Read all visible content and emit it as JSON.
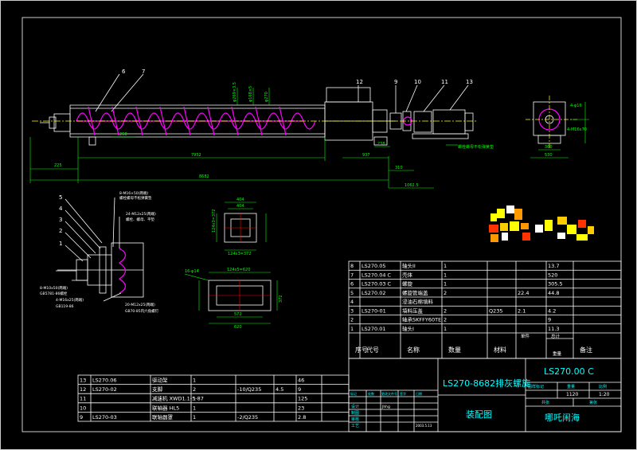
{
  "colors": {
    "background": "#000000",
    "frame": "#ffffff",
    "dimension": "#00ff00",
    "screw": "#ff00ff",
    "hidden_line": "#ffff00",
    "title_text": "#00ffff",
    "pixel_blocks": [
      "#ff9900",
      "#ffff00",
      "#ffffff",
      "#ff3300",
      "#ffcc00"
    ]
  },
  "balloons": {
    "main": [
      "6",
      "7",
      "12",
      "9",
      "10",
      "11",
      "13"
    ],
    "detail": [
      "5",
      "4",
      "3",
      "2",
      "1"
    ]
  },
  "main_view_dims": {
    "d_260": "260",
    "d_225": "225",
    "d_7952": "7952",
    "d_8682": "8682",
    "d_937": "937",
    "d_310": "310",
    "d_238": "238",
    "d_1062": "1062.5",
    "d_pitch": "φ270",
    "d_shaft": "φ168×5",
    "d_inner": "φ269×3.5",
    "note": "螺栓螺母不松弹簧垫"
  },
  "end_view_dims": {
    "d_410": "4-φ16",
    "d_360": "360",
    "d_530": "530",
    "note": "4-M16x70"
  },
  "detail_view_notes": {
    "n1": "8-M16×50(两端)",
    "n2": "螺栓螺母不松弹簧垫",
    "n3": "24-M12x25(两端)",
    "n4": "螺栓、螺母、平垫",
    "n5": "8-M10x50(两端)",
    "n6": "GB5781-86螺栓",
    "n7": "4-M16x25(两端)",
    "n8": "GB119-86",
    "n9": "20-M12x25(两端)",
    "n10": "GB70-85内六角螺钉"
  },
  "flange_top_dims": {
    "a": "404",
    "b": "404",
    "c": "124x3=372",
    "d": "124x3=372"
  },
  "flange_bottom_dims": {
    "a": "16-φ14",
    "b": "124x5=620",
    "c": "572",
    "d": "620",
    "e": "372"
  },
  "parts_upper": {
    "headers": [
      "序号",
      "代号",
      "名称",
      "数量",
      "材料",
      "单件",
      "总计",
      "备注"
    ],
    "weight_header": "重量",
    "rows": [
      [
        "8",
        "LS270.05",
        "轴头II",
        "1",
        "",
        "",
        "13.7",
        ""
      ],
      [
        "7",
        "LS270.04 C",
        "壳体",
        "1",
        "",
        "",
        "520",
        ""
      ],
      [
        "6",
        "LS270.03 C",
        "螺旋",
        "1",
        "",
        "",
        "305.5",
        ""
      ],
      [
        "5",
        "LS270.02",
        "螺旋管端盖",
        "2",
        "",
        "22.4",
        "44.8",
        ""
      ],
      [
        "4",
        "",
        "浸油石棉填料",
        "",
        "",
        "",
        "",
        ""
      ],
      [
        "3",
        "LS270-01",
        "填料压盖",
        "2",
        "Q235",
        "2.1",
        "4.2",
        ""
      ],
      [
        "2",
        "",
        "轴承SKFFY60TE",
        "2",
        "",
        "",
        "9",
        ""
      ],
      [
        "1",
        "LS270.01",
        "轴头I",
        "1",
        "",
        "",
        "11.3",
        ""
      ]
    ]
  },
  "parts_lower": {
    "rows": [
      [
        "13",
        "LS270.06",
        "驱动架",
        "1",
        "",
        "",
        "46",
        ""
      ],
      [
        "12",
        "LS270-02",
        "支脚",
        "2",
        "-10/Q235",
        "4.5",
        "9",
        ""
      ],
      [
        "11",
        "",
        "减速机 XWD1.1-5-87",
        "1",
        "",
        "",
        "125",
        ""
      ],
      [
        "10",
        "",
        "联轴器 HL5",
        "1",
        "",
        "",
        "23",
        ""
      ],
      [
        "9",
        "LS270-03",
        "联轴器罩",
        "1",
        "-2/Q235",
        "",
        "2.8",
        ""
      ]
    ]
  },
  "title_block": {
    "drawing_name": "LS270-8682排灰螺旋",
    "drawing_no": "LS270.00 C",
    "view_name": "装配图",
    "company": "哪吒闹海",
    "weight": "1120",
    "scale": "1:20",
    "col_labels": [
      "图样标记",
      "重量",
      "比例"
    ],
    "sheet": [
      "共张",
      "第张"
    ],
    "sign_rows": [
      "标记",
      "处数",
      "更改文件号",
      "签字",
      "日期"
    ],
    "roles": [
      "设计",
      "制图",
      "审核",
      "工艺"
    ],
    "signer": "Jhhg",
    "date": "2003.5.13"
  }
}
